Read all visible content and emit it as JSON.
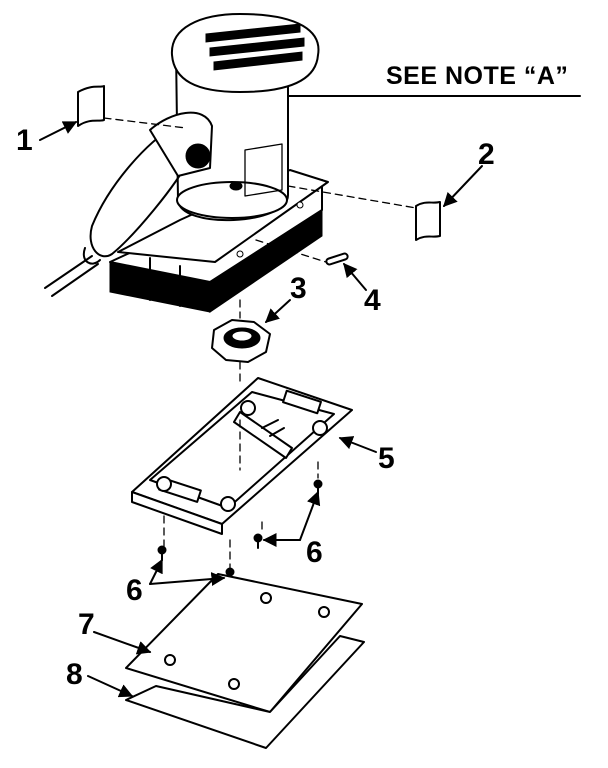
{
  "note": {
    "text": "SEE NOTE “A”"
  },
  "callouts": [
    {
      "id": "1",
      "label": "1"
    },
    {
      "id": "2",
      "label": "2"
    },
    {
      "id": "3",
      "label": "3"
    },
    {
      "id": "4",
      "label": "4"
    },
    {
      "id": "5",
      "label": "5"
    },
    {
      "id": "6a",
      "label": "6"
    },
    {
      "id": "6b",
      "label": "6"
    },
    {
      "id": "7",
      "label": "7"
    },
    {
      "id": "8",
      "label": "8"
    }
  ]
}
